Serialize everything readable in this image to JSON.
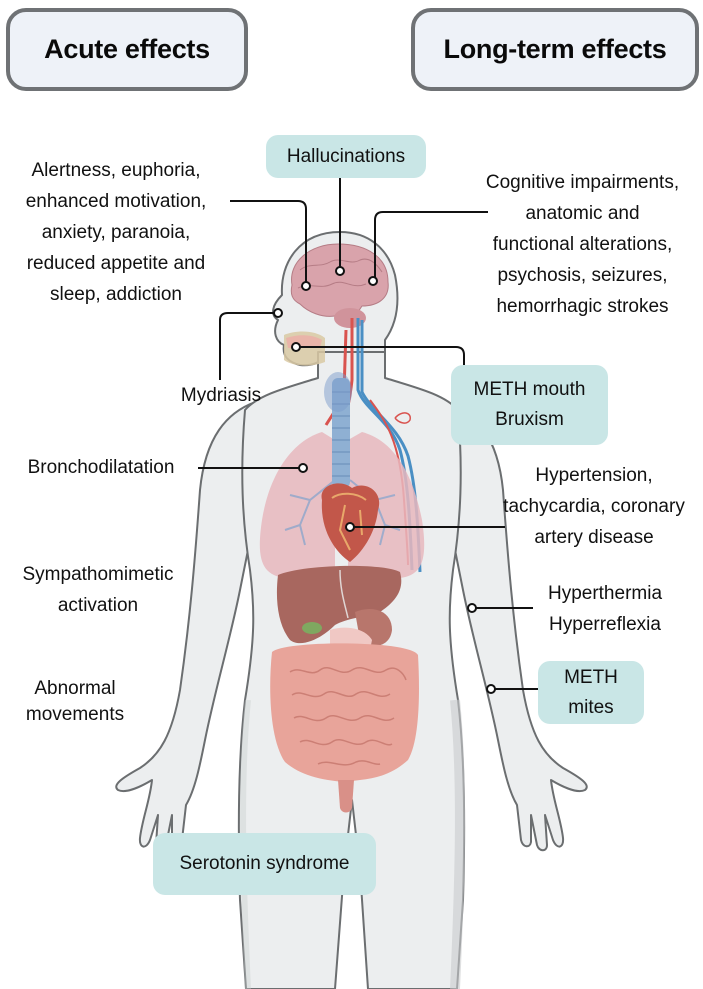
{
  "headers": {
    "acute": "Acute effects",
    "long_term": "Long-term effects"
  },
  "acute_effects": {
    "cns": "Alertness, euphoria,\nenhanced motivation,\nanxiety, paranoia,\nreduced appetite and\nsleep, addiction",
    "mydriasis": "Mydriasis",
    "bronchodilatation": "Bronchodilatation",
    "sympathomimetic": "Sympathomimetic\nactivation",
    "abnormal_movements": "Abnormal\nmovements"
  },
  "long_term_effects": {
    "cognitive": "Cognitive impairments,\nanatomic and\nfunctional alterations,\npsychosis, seizures,\nhemorrhagic strokes",
    "cardiovascular": "Hypertension,\ntachycardia, coronary\nartery disease",
    "thermal": "Hyperthermia\nHyperreflexia"
  },
  "highlighted_callouts": {
    "hallucinations": "Hallucinations",
    "meth_mouth": "METH mouth\nBruxism",
    "meth_mites": "METH\nmites",
    "serotonin": "Serotonin syndrome"
  },
  "colors": {
    "header_border": "#6f7275",
    "header_fill": "#eef2f8",
    "callout_fill": "#c9e6e6",
    "body_fill": "#eceeef",
    "body_outline": "#6b6e70",
    "brain": "#d9a3ab",
    "lungs": "#e8b7bd",
    "trachea": "#8fb0d3",
    "heart": "#c2574a",
    "liver": "#a8675f",
    "intestines": "#e99a8f",
    "artery": "#d9534f",
    "vein": "#4a8fc4",
    "leader_line": "#111111"
  }
}
